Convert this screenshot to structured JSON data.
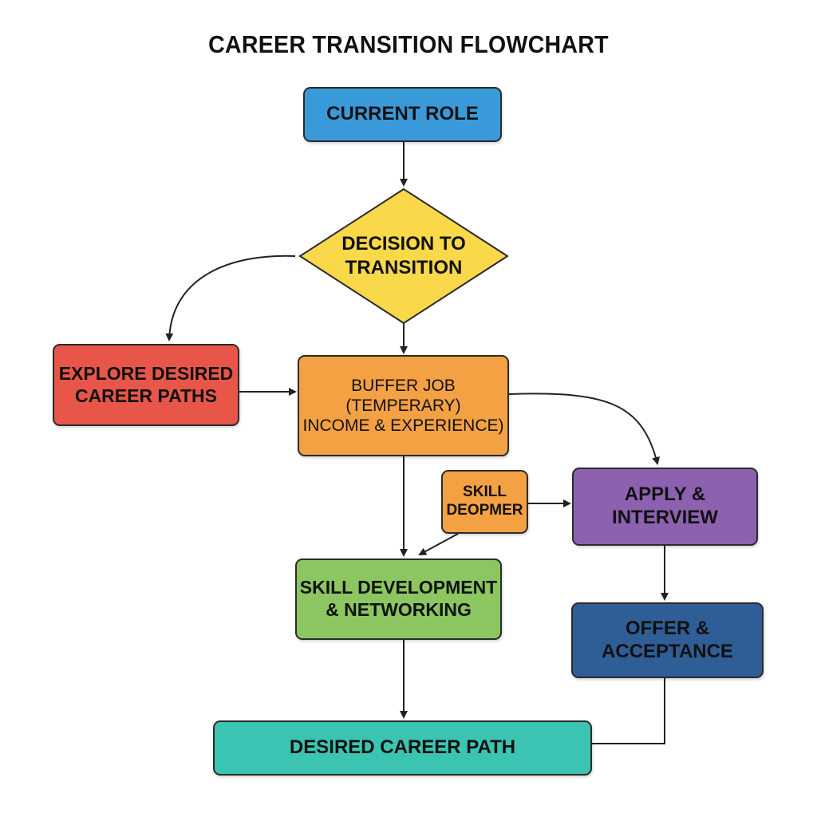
{
  "title": "CAREER TRANSITION FLOWCHART",
  "nodes": {
    "current_role": {
      "label": "CURRENT ROLE",
      "color": "#3a9ad9"
    },
    "decision": {
      "label": "DECISION TO\nTRANSITION",
      "color": "#f9d84a"
    },
    "explore": {
      "label": "EXPLORE DESIRED\nCAREER PATHS",
      "color": "#e8564a"
    },
    "buffer_job": {
      "label": "BUFFER JOB\n(TEMPERARY)\nINCOME & EXPERIENCE)",
      "color": "#f4a144"
    },
    "skill_small": {
      "label": "SKILL\nDEOPMER",
      "color": "#f4a144"
    },
    "apply": {
      "label": "APPLY &\nINTERVIEW",
      "color": "#8c62b0"
    },
    "skill_dev": {
      "label": "SKILL DEVELOPMENT\n& NETWORKING",
      "color": "#8cc660"
    },
    "offer": {
      "label": "OFFER &\nACCEPTANCE",
      "color": "#2f5d96"
    },
    "desired": {
      "label": "DESIRED CAREER PATH",
      "color": "#3cc4b2"
    }
  },
  "edge_color": "#222222"
}
